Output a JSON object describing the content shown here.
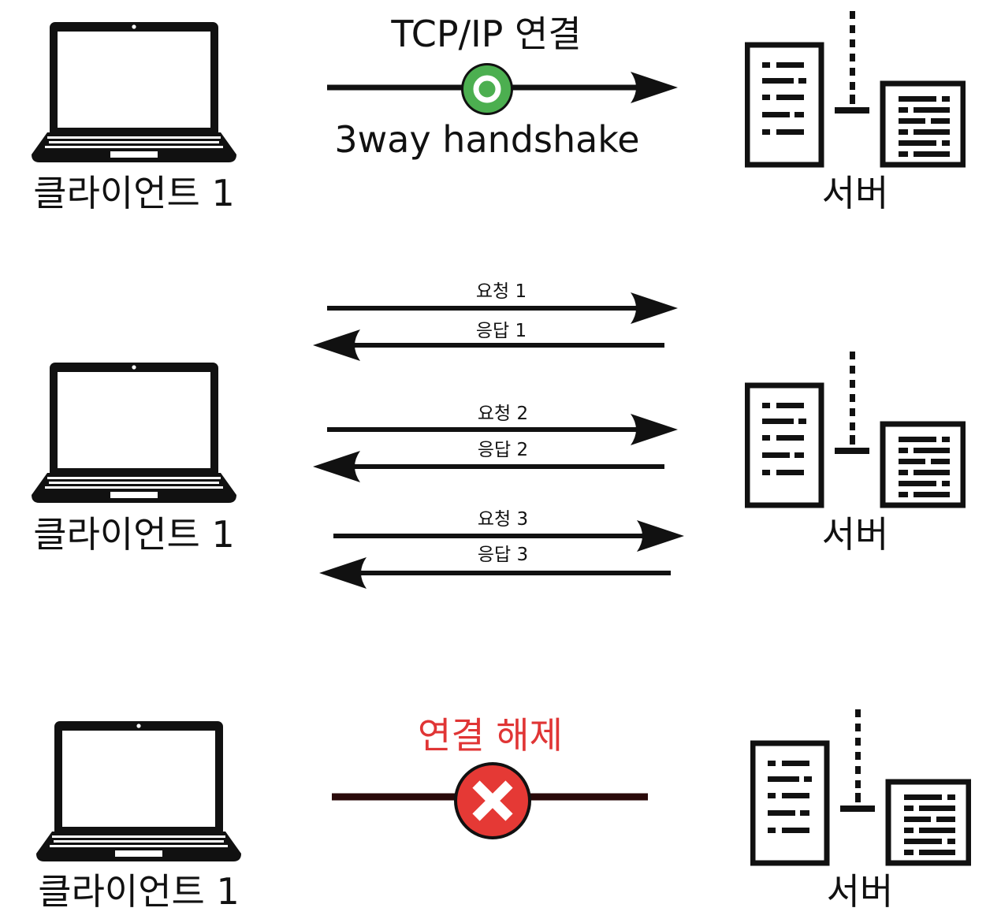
{
  "section1": {
    "client_label": "클라이언트 1",
    "server_label": "서버",
    "top_text": "TCP/IP 연결",
    "bottom_text": "3way handshake",
    "status_color": "#4caf50",
    "icons": [
      "laptop-icon",
      "server-icon",
      "connected-icon"
    ]
  },
  "section2": {
    "client_label": "클라이언트 1",
    "server_label": "서버",
    "exchanges": [
      {
        "request": "요청 1",
        "response": "응답 1"
      },
      {
        "request": "요청 2",
        "response": "응답 2"
      },
      {
        "request": "요청 3",
        "response": "응답 3"
      }
    ]
  },
  "section3": {
    "client_label": "클라이언트 1",
    "server_label": "서버",
    "top_text": "연결 해제",
    "status_color": "#e53935",
    "icons": [
      "laptop-icon",
      "server-icon",
      "disconnect-x-icon"
    ]
  }
}
